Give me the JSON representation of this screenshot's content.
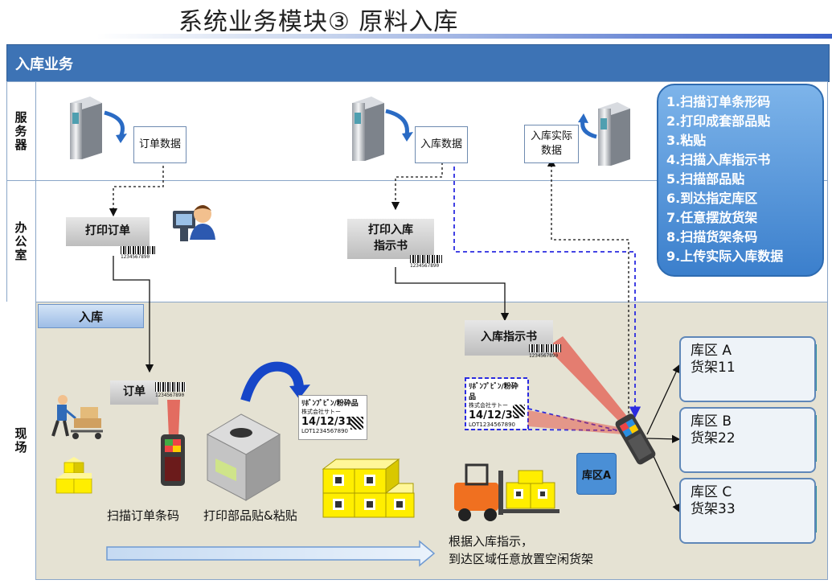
{
  "title": "系统业务模块③ 原料入库",
  "header": "入库业务",
  "lanes": {
    "server": "服务器",
    "office": "办公室",
    "site": "现场"
  },
  "server_docs": {
    "order_data": "订单数据",
    "inbound_data": "入库数据",
    "actual_data": "入库实际\n数据"
  },
  "steps": [
    "1.扫描订单条形码",
    "2.打印成套部品贴",
    "3.粘贴",
    "4.扫描入库指示书",
    "5.扫描部品贴",
    "6.到达指定库区",
    "7.任意摆放货架",
    "8.扫描货架条码",
    "9.上传实际入库数据"
  ],
  "office_slips": {
    "print_order": "打印订单",
    "print_instruction": "打印入库\n指示书"
  },
  "site": {
    "tab": "入库",
    "order_slip": "订单",
    "instruction_slip": "入库指示书",
    "scan_caption": "扫描订单条码",
    "print_caption": "打印部品贴&粘贴",
    "route_caption": "根据入库指示，\n到达区域任意放置空闲货架",
    "zone_badge": "库区A",
    "barcode_number": "1234567890"
  },
  "label_card": {
    "line1": "ﾘﾎﾞﾝﾌﾟﾋﾞﾝ/粉砕品",
    "line2": "株式会社サトー",
    "date": "14/12/31",
    "lot": "LOT1234567890"
  },
  "zones": [
    {
      "name": "库区 A",
      "shelf": "货架11"
    },
    {
      "name": "库区 B",
      "shelf": "货架22"
    },
    {
      "name": "库区 C",
      "shelf": "货架33"
    }
  ],
  "colors": {
    "header": "#3d73b5",
    "steps_box": "#4c8ed4",
    "site_bg": "#e5e2d3",
    "scan_beam": "#e23b2f",
    "dashed_blue": "#2b2be0",
    "box_yellow": "#ffee00"
  }
}
